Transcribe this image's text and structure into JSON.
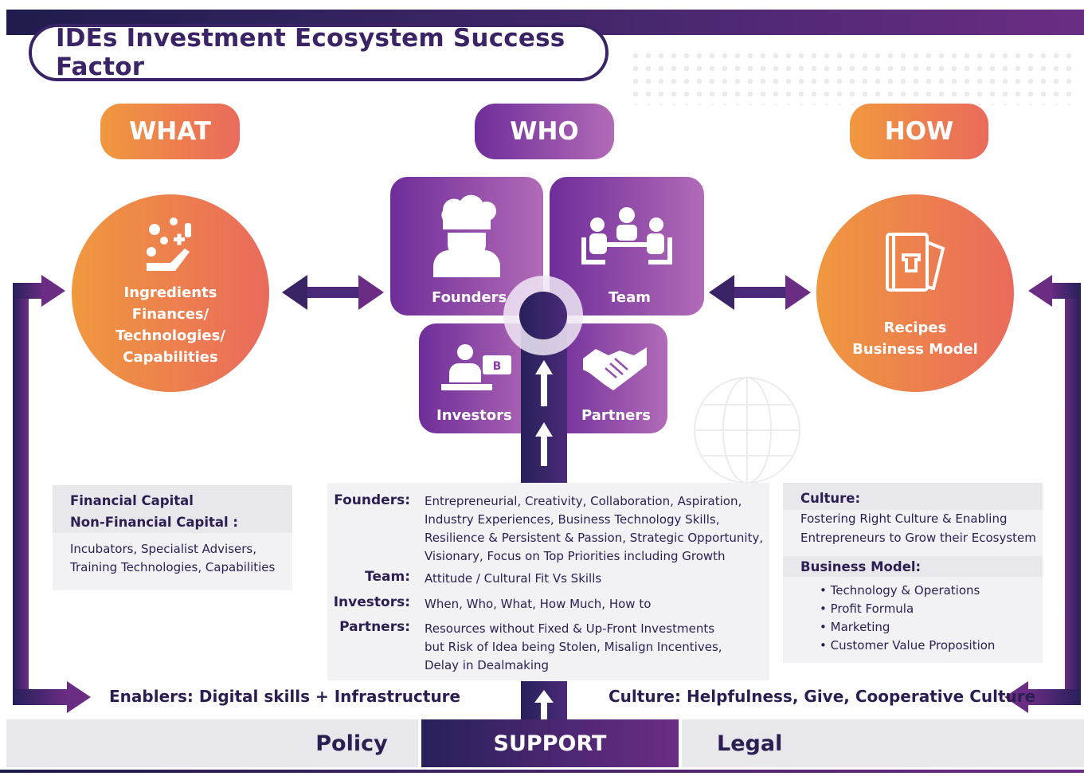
{
  "title": "IDEs Investment Ecosystem Success Factor",
  "headers": {
    "what": "WHAT",
    "who": "WHO",
    "how": "HOW"
  },
  "what_circle": {
    "lines": [
      "Ingredients",
      "Finances/",
      "Technologies/",
      "Capabilities"
    ]
  },
  "how_circle": {
    "lines": [
      "Recipes",
      "Business Model"
    ]
  },
  "who_tiles": {
    "founders": "Founders",
    "team": "Team",
    "investors": "Investors",
    "partners": "Partners"
  },
  "left_box": {
    "heading1": "Financial Capital",
    "heading2": "Non-Financial Capital :",
    "body": [
      "Incubators, Specialist Advisers,",
      "Training Technologies, Capabilities"
    ]
  },
  "center_box": {
    "founders_label": "Founders:",
    "founders_text": [
      "Entrepreneurial, Creativity, Collaboration, Aspiration,",
      "Industry Experiences, Business Technology Skills,",
      "Resilience & Persistent & Passion, Strategic Opportunity,",
      "Visionary, Focus on Top Priorities including Growth"
    ],
    "team_label": "Team:",
    "team_text": "Attitude / Cultural Fit Vs Skills",
    "investors_label": "Investors:",
    "investors_text": "When, Who, What, How Much, How to",
    "partners_label": "Partners:",
    "partners_text": [
      "Resources without Fixed & Up-Front Investments",
      "but Risk of Idea being Stolen, Misalign Incentives,",
      "Delay in Dealmaking"
    ]
  },
  "right_box": {
    "culture_heading": "Culture:",
    "culture_text": [
      "Fostering Right Culture & Enabling",
      "Entrepreneurs to Grow their Ecosystem"
    ],
    "bm_heading": "Business Model:",
    "bm_items": [
      "Technology & Operations",
      "Profit Formula",
      "Marketing",
      "Customer Value Proposition"
    ]
  },
  "enablers": "Enablers: Digital skills + Infrastructure",
  "culture_bottom": "Culture: Helpfulness, Give, Cooperative Culture",
  "footer": {
    "policy": "Policy",
    "support": "SUPPORT",
    "legal": "Legal"
  },
  "colors": {
    "orange_start": "#f0983f",
    "orange_end": "#ea6a5c",
    "purple_start": "#6f2d99",
    "purple_end": "#b16bb7",
    "navy": "#27205a"
  }
}
